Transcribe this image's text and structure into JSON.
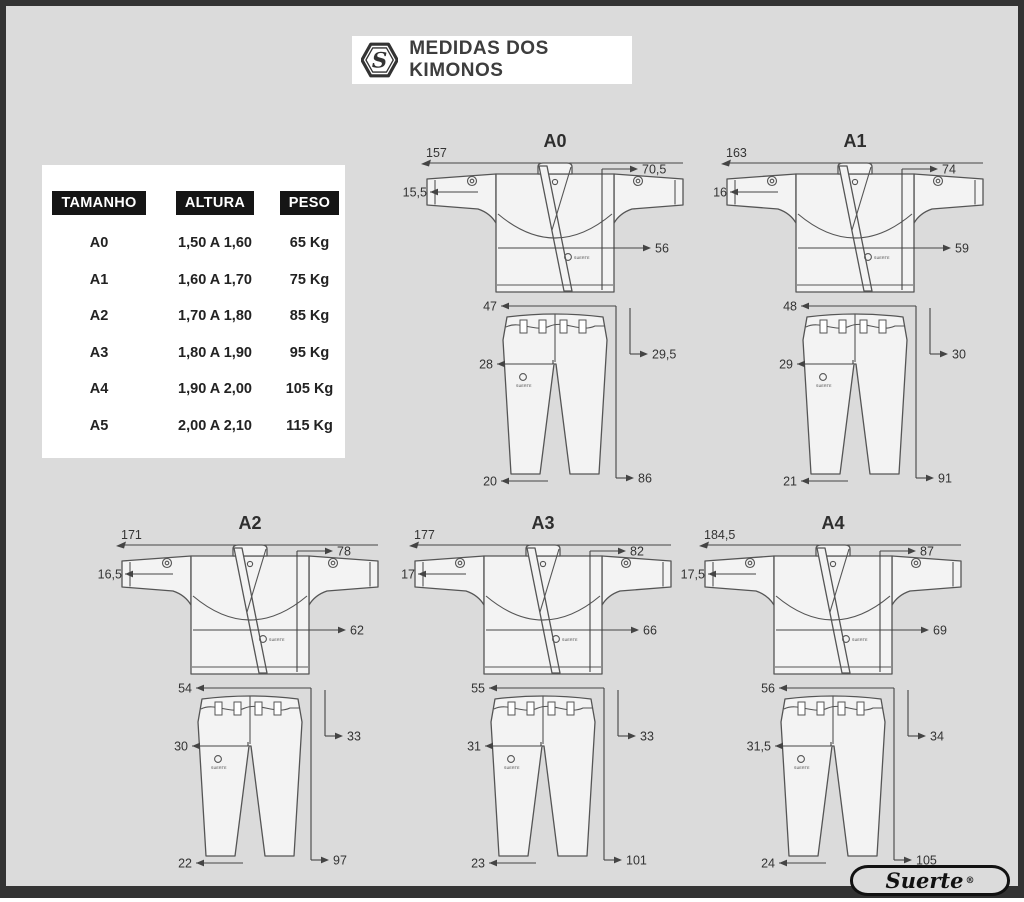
{
  "header": {
    "title": "MEDIDAS DOS KIMONOS",
    "logo": "suerte-hexagon-s-logo"
  },
  "size_table": {
    "columns": [
      "TAMANHO",
      "ALTURA",
      "PESO"
    ],
    "rows": [
      {
        "tamanho": "A0",
        "altura": "1,50 A 1,60",
        "peso": "65 Kg"
      },
      {
        "tamanho": "A1",
        "altura": "1,60 A 1,70",
        "peso": "75 Kg"
      },
      {
        "tamanho": "A2",
        "altura": "1,70 A 1,80",
        "peso": "85 Kg"
      },
      {
        "tamanho": "A3",
        "altura": "1,80 A 1,90",
        "peso": "95 Kg"
      },
      {
        "tamanho": "A4",
        "altura": "1,90 A 2,00",
        "peso": "105 Kg"
      },
      {
        "tamanho": "A5",
        "altura": "2,00 A 2,10",
        "peso": "115 Kg"
      }
    ]
  },
  "diagrams": [
    {
      "size": "A0",
      "wingspan": "157",
      "cuff": "15,5",
      "jacket_length": "70,5",
      "chest": "56",
      "waist": "47",
      "thigh": "28",
      "rise": "29,5",
      "pants_length": "86",
      "leg_opening": "20"
    },
    {
      "size": "A1",
      "wingspan": "163",
      "cuff": "16",
      "jacket_length": "74",
      "chest": "59",
      "waist": "48",
      "thigh": "29",
      "rise": "30",
      "pants_length": "91",
      "leg_opening": "21"
    },
    {
      "size": "A2",
      "wingspan": "171",
      "cuff": "16,5",
      "jacket_length": "78",
      "chest": "62",
      "waist": "54",
      "thigh": "30",
      "rise": "33",
      "pants_length": "97",
      "leg_opening": "22"
    },
    {
      "size": "A3",
      "wingspan": "177",
      "cuff": "17",
      "jacket_length": "82",
      "chest": "66",
      "waist": "55",
      "thigh": "31",
      "rise": "33",
      "pants_length": "101",
      "leg_opening": "23"
    },
    {
      "size": "A4",
      "wingspan": "184,5",
      "cuff": "17,5",
      "jacket_length": "87",
      "chest": "69",
      "waist": "56",
      "thigh": "31,5",
      "rise": "34",
      "pants_length": "105",
      "leg_opening": "24"
    }
  ],
  "garment_logo_text": "SUERTE",
  "brand": {
    "wordmark": "Suerte",
    "registered": "®"
  }
}
